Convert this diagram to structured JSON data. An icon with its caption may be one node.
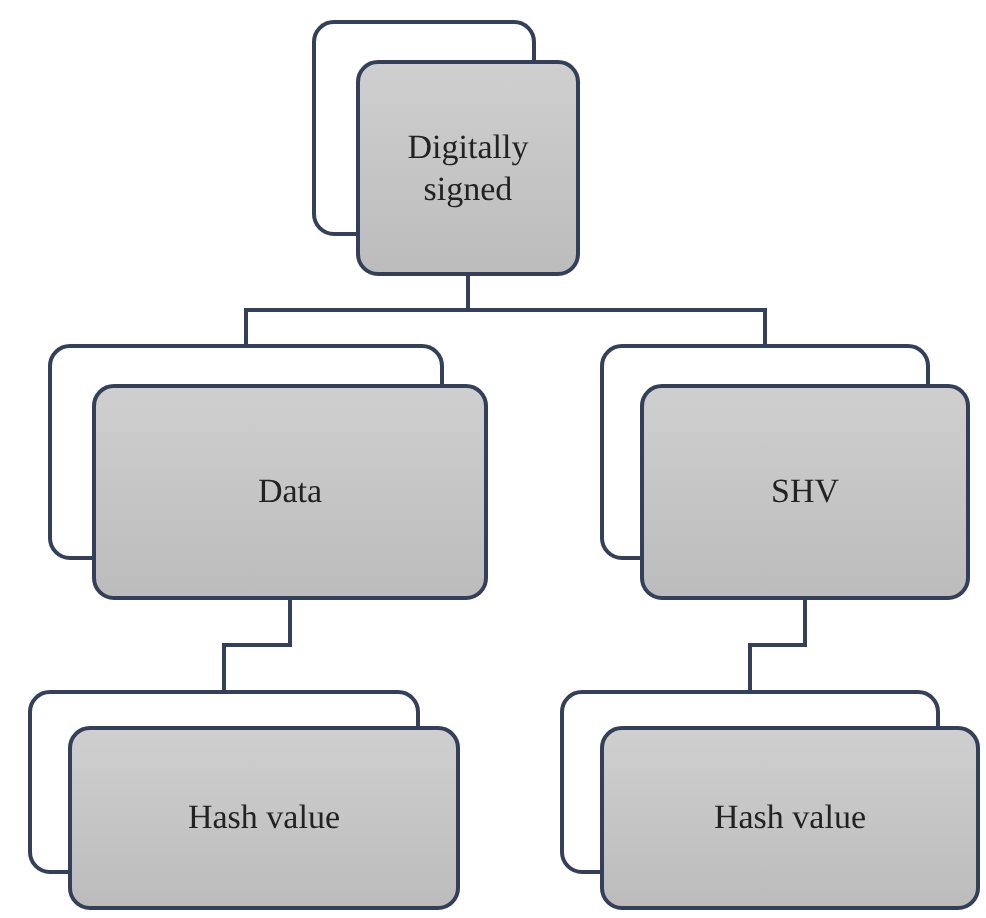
{
  "diagram": {
    "nodes": [
      {
        "text": [
          "Digitally signed"
        ]
      },
      {
        "text": [
          "Data"
        ]
      },
      {
        "text": [
          "SHV"
        ]
      },
      {
        "text": [
          "Hash value"
        ]
      },
      {
        "text": [
          "Hash value"
        ]
      }
    ],
    "edges": [
      {
        "from": 0,
        "to": 1,
        "arrow": "none"
      },
      {
        "from": 0,
        "to": 2,
        "arrow": "none"
      },
      {
        "from": 1,
        "to": 3,
        "arrow": "none"
      },
      {
        "from": 2,
        "to": 4,
        "arrow": "none"
      }
    ]
  }
}
